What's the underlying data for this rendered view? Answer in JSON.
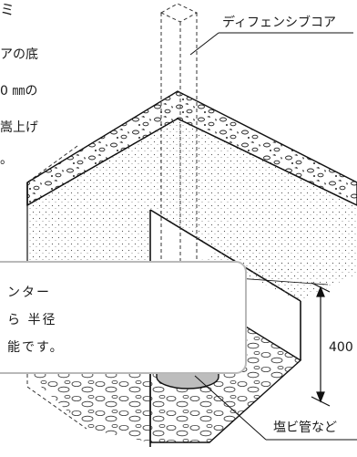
{
  "labels": {
    "defense_core": "ディフェンシブコア",
    "dimension": "400",
    "pipe": "塩ビ管など"
  },
  "top_text": {
    "line0": "ミ",
    "line1": "アの底",
    "line2": "0 ㎜の",
    "line3": "嵩上げ",
    "line4": "。"
  },
  "note": {
    "line1": "ンター",
    "line2": "ら 半径",
    "line3": "能です。"
  }
}
